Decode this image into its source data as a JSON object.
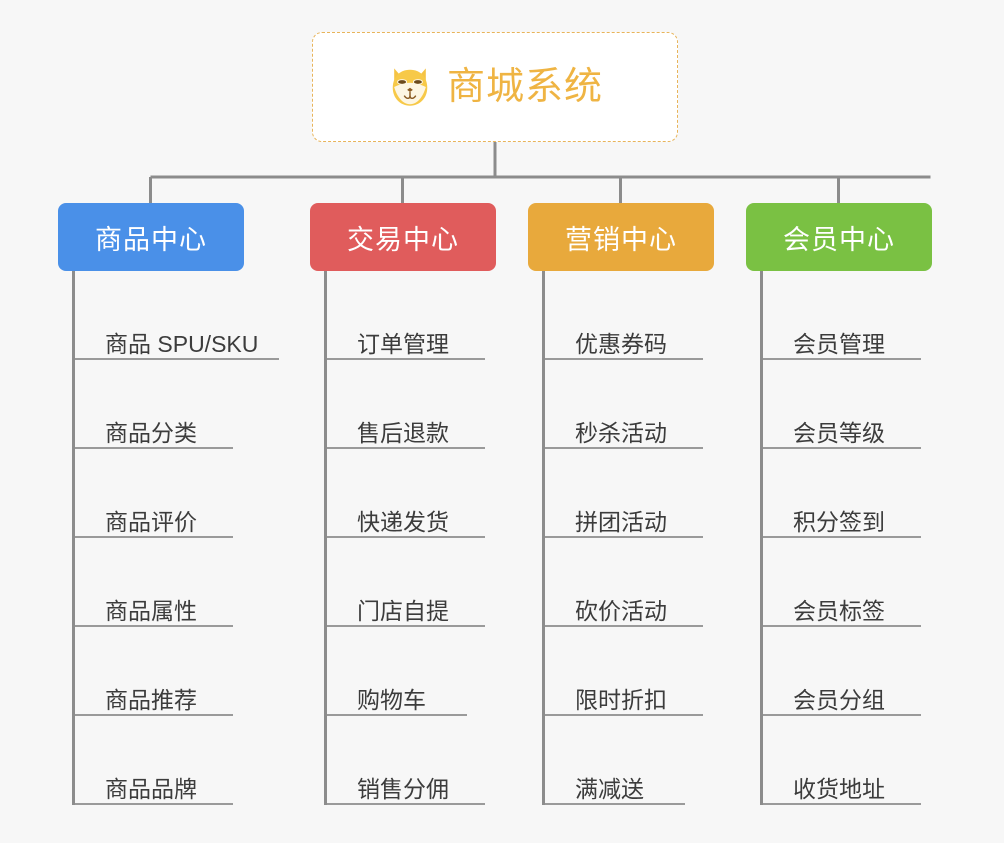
{
  "page": {
    "background_color": "#f7f7f7",
    "text_color": "#3c3c3c",
    "line_color": "#8c8c8c"
  },
  "root": {
    "title": "商城系统",
    "icon": "shiba-dog-icon",
    "text_color": "#efb443",
    "border_color": "#e8b45a",
    "background_color": "#ffffff"
  },
  "categories": [
    {
      "label": "商品中心",
      "color": "#4a90e8",
      "items": [
        {
          "label": "商品 SPU/SKU",
          "width": "w-wide"
        },
        {
          "label": "商品分类",
          "width": "w-med"
        },
        {
          "label": "商品评价",
          "width": "w-med"
        },
        {
          "label": "商品属性",
          "width": "w-med"
        },
        {
          "label": "商品推荐",
          "width": "w-med"
        },
        {
          "label": "商品品牌",
          "width": "w-med"
        }
      ]
    },
    {
      "label": "交易中心",
      "color": "#e05c5c",
      "items": [
        {
          "label": "订单管理",
          "width": "w-med"
        },
        {
          "label": "售后退款",
          "width": "w-med"
        },
        {
          "label": "快递发货",
          "width": "w-med"
        },
        {
          "label": "门店自提",
          "width": "w-med"
        },
        {
          "label": "购物车",
          "width": "w-short"
        },
        {
          "label": "销售分佣",
          "width": "w-med"
        }
      ]
    },
    {
      "label": "营销中心",
      "color": "#e8a93c",
      "items": [
        {
          "label": "优惠券码",
          "width": "w-med"
        },
        {
          "label": "秒杀活动",
          "width": "w-med"
        },
        {
          "label": "拼团活动",
          "width": "w-med"
        },
        {
          "label": "砍价活动",
          "width": "w-med"
        },
        {
          "label": "限时折扣",
          "width": "w-med"
        },
        {
          "label": "满减送",
          "width": "w-short"
        }
      ]
    },
    {
      "label": "会员中心",
      "color": "#7ac143",
      "items": [
        {
          "label": "会员管理",
          "width": "w-med"
        },
        {
          "label": "会员等级",
          "width": "w-med"
        },
        {
          "label": "积分签到",
          "width": "w-med"
        },
        {
          "label": "会员标签",
          "width": "w-med"
        },
        {
          "label": "会员分组",
          "width": "w-med"
        },
        {
          "label": "收货地址",
          "width": "w-med"
        }
      ]
    }
  ]
}
